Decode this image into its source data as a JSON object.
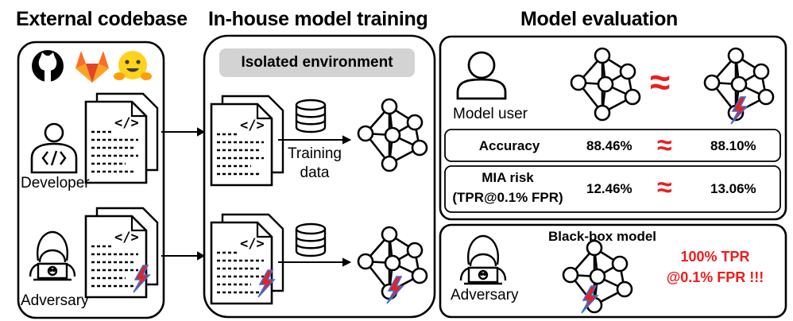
{
  "sections": {
    "external": {
      "title": "External codebase",
      "developer_label": "Developer",
      "adversary_label": "Adversary"
    },
    "training": {
      "title": "In-house model training",
      "isolated_label": "Isolated environment",
      "training_data_line1": "Training",
      "training_data_line2": "data"
    },
    "evaluation": {
      "title": "Model evaluation",
      "model_user_label": "Model user",
      "approx_symbol": "≈",
      "metrics": [
        {
          "name_line1": "Accuracy",
          "name_line2": "",
          "clean": "88.46%",
          "poisoned": "88.10%"
        },
        {
          "name_line1": "MIA risk",
          "name_line2": "(TPR@0.1% FPR)",
          "clean": "12.46%",
          "poisoned": "13.06%"
        }
      ],
      "blackbox": {
        "title": "Black-box model",
        "adversary_label": "Adversary",
        "result_line1": "100% TPR",
        "result_line2": "@0.1% FPR !!!"
      }
    }
  },
  "colors": {
    "accent_red": "#ee1c1c",
    "lightning_red": "#e8201e",
    "lightning_blue": "#3b6fd8",
    "gitlab_orange": "#fc6d26",
    "hf_yellow": "#ffd21e",
    "box_gray": "#d3d3d3"
  },
  "icons": [
    "github-icon",
    "gitlab-icon",
    "huggingface-icon",
    "developer-icon",
    "adversary-icon",
    "code-document-icon",
    "database-icon",
    "neural-network-icon",
    "lightning-icon",
    "user-icon"
  ]
}
